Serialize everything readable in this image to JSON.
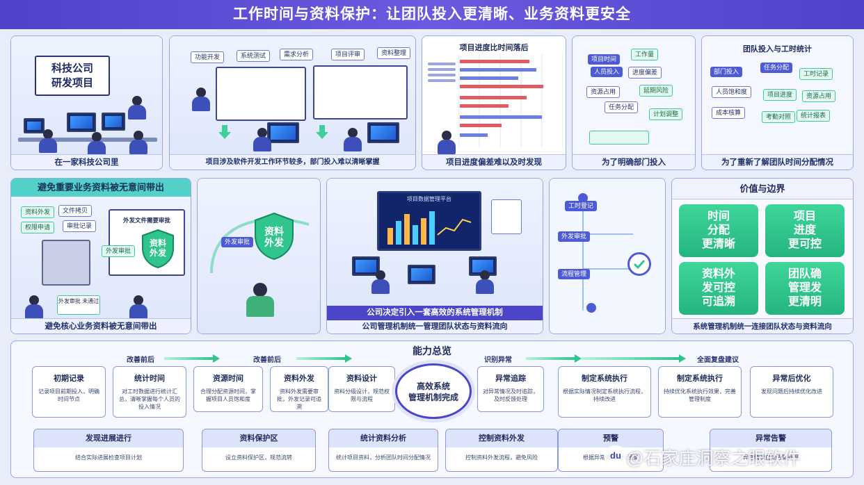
{
  "title": "工作时间与资料保护：让团队投入更清晰、业务资料更安全",
  "row1": {
    "p1": {
      "sign": "科技公司 研发项目",
      "sign_line1": "科技公司",
      "sign_line2": "研发项目",
      "caption": "在一家科技公司里"
    },
    "p2": {
      "labels": [
        "功能开发",
        "系统测试",
        "需求分析",
        "项目评审",
        "资料整理"
      ],
      "caption": "项目涉及软件开发工作环节较多，部门投入难以清晰掌握"
    },
    "p3": {
      "chart_title": "项目进度比时间落后",
      "caption": "项目进度偏差难以及时发现"
    },
    "p4": {
      "chips": [
        "项目时间",
        "工作量",
        "人员投入",
        "进度偏差",
        "资源占用",
        "延期风险",
        "任务分配",
        "计划调整"
      ],
      "caption": "为了明确部门投入"
    },
    "p5": {
      "header": "团队投入与工时统计",
      "chips": [
        "部门投入",
        "任务分配",
        "工时记录",
        "人员饱和度",
        "项目进度",
        "资源占用",
        "成本核算",
        "考勤对照",
        "统计报表"
      ],
      "caption": "为了重新了解团队时间分配情况"
    }
  },
  "row2": {
    "p6": {
      "header": "避免重要业务资料被无意间带出",
      "chips": [
        "资料外发",
        "文件拷贝",
        "权限申请",
        "审批记录",
        "外发审批"
      ],
      "shield": "资料 外发",
      "shield_l1": "资料",
      "shield_l2": "外发",
      "board_title": "外发文件需要审批",
      "warn": "外发审批 未通过",
      "caption": "避免核心业务资料被无意间带出"
    },
    "p7": {
      "shield_l1": "资料",
      "shield_l2": "外发",
      "chip": "外发审批",
      "caption": ""
    },
    "p8": {
      "screen_title": "项目数据管理平台",
      "caption_main": "公司决定引入一套高效的系统管理机制",
      "caption_sub": "公司管理机制统一管理团队状态与资料流向"
    },
    "p9": {
      "chips": [
        "工时登记",
        "外发审批",
        "流程管理"
      ],
      "caption": ""
    },
    "p10": {
      "header": "价值与边界",
      "boxes": [
        {
          "l1": "时间",
          "l2": "分配",
          "l3": "更清晰"
        },
        {
          "l1": "项目",
          "l2": "进度",
          "l3": "更可控"
        },
        {
          "l1": "资料外",
          "l2": "发可控",
          "l3": "可追溯"
        },
        {
          "l1": "团队确",
          "l2": "管理发",
          "l3": "更清明"
        }
      ],
      "caption": "系统管理机制统一连接团队状态与资料流向"
    }
  },
  "bottom": {
    "title": "能力总览",
    "flow": [
      "改善前后",
      "改善前后",
      "识别异常",
      "全面复盘建议"
    ],
    "center_l1": "高效系统",
    "center_l2": "管理机制完成",
    "cards": [
      {
        "title": "初期记录",
        "body": "记录项目前期投入，明确时间节点"
      },
      {
        "title": "统计时间",
        "body": "对工时数据进行统计汇总，清晰掌握每个人员的投入情况"
      },
      {
        "title": "资源时间",
        "body": "合理分配资源时间，掌握项目人员饱和度"
      },
      {
        "title": "资料外发",
        "body": "资料外发需要审批，外发记录可追溯"
      },
      {
        "title": "资料设计",
        "body": "资料分级设计，规范权限与流程"
      },
      {
        "title": "异常追踪",
        "body": "对异常情况及时追踪，及时反馈处理"
      },
      {
        "title": "制定系统执行",
        "body": "根据实际情况制定系统执行流程，持续改进"
      },
      {
        "title": "制定系统执行",
        "body": "持续优化系统执行效果，完善管理制度"
      },
      {
        "title": "异常后优化",
        "body": "发现问题后持续优化改进"
      }
    ],
    "bcards": [
      {
        "title": "发现进展进行",
        "body": "结合实际进展检查项目计划"
      },
      {
        "title": "资料保护区",
        "body": "设立资料保护区，规范流转"
      },
      {
        "title": "统计资料分析",
        "body": "统计项目资料，分析团队时间分配情况"
      },
      {
        "title": "控制资料外发",
        "body": "控制资料外发流程，避免风险"
      },
      {
        "title": "预警",
        "body": "根据异常情况及时预警"
      },
      {
        "title": "异常告警",
        "body": "异常情况自动告警处理"
      }
    ]
  },
  "watermark": "@石家庄洞察之眼软件",
  "watermark_badge": "du"
}
